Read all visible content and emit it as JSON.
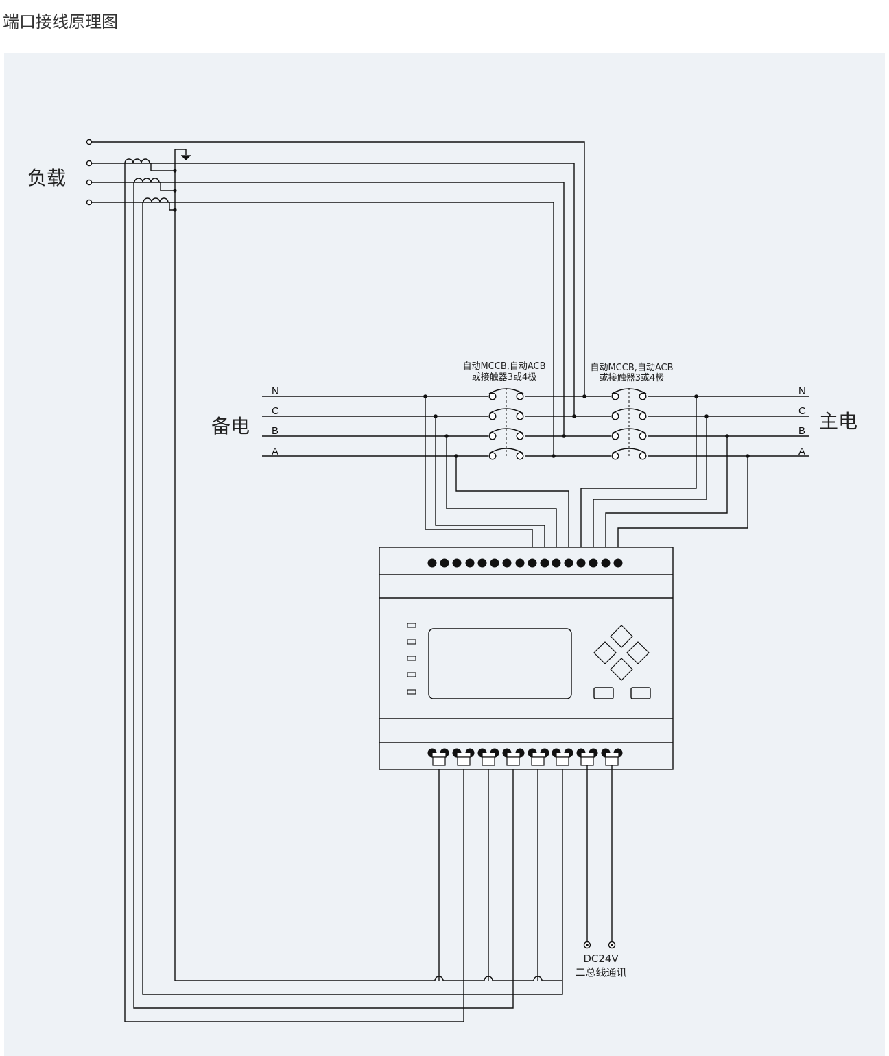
{
  "page": {
    "title": "端口接线原理图"
  },
  "diagram": {
    "load_label": "负载",
    "backup_label": "备电",
    "main_label": "主电",
    "breaker_left": {
      "line1": "自动MCCB,自动ACB",
      "line2": "或接触器3或4极"
    },
    "breaker_right": {
      "line1": "自动MCCB,自动ACB",
      "line2": "或接触器3或4极"
    },
    "phases_left": [
      "N",
      "C",
      "B",
      "A"
    ],
    "phases_right": [
      "N",
      "C",
      "B",
      "A"
    ],
    "dc_label": "DC24V",
    "bus_label": "二总线通讯"
  },
  "colors": {
    "line": "#111111",
    "panel": "#eef2f6"
  }
}
